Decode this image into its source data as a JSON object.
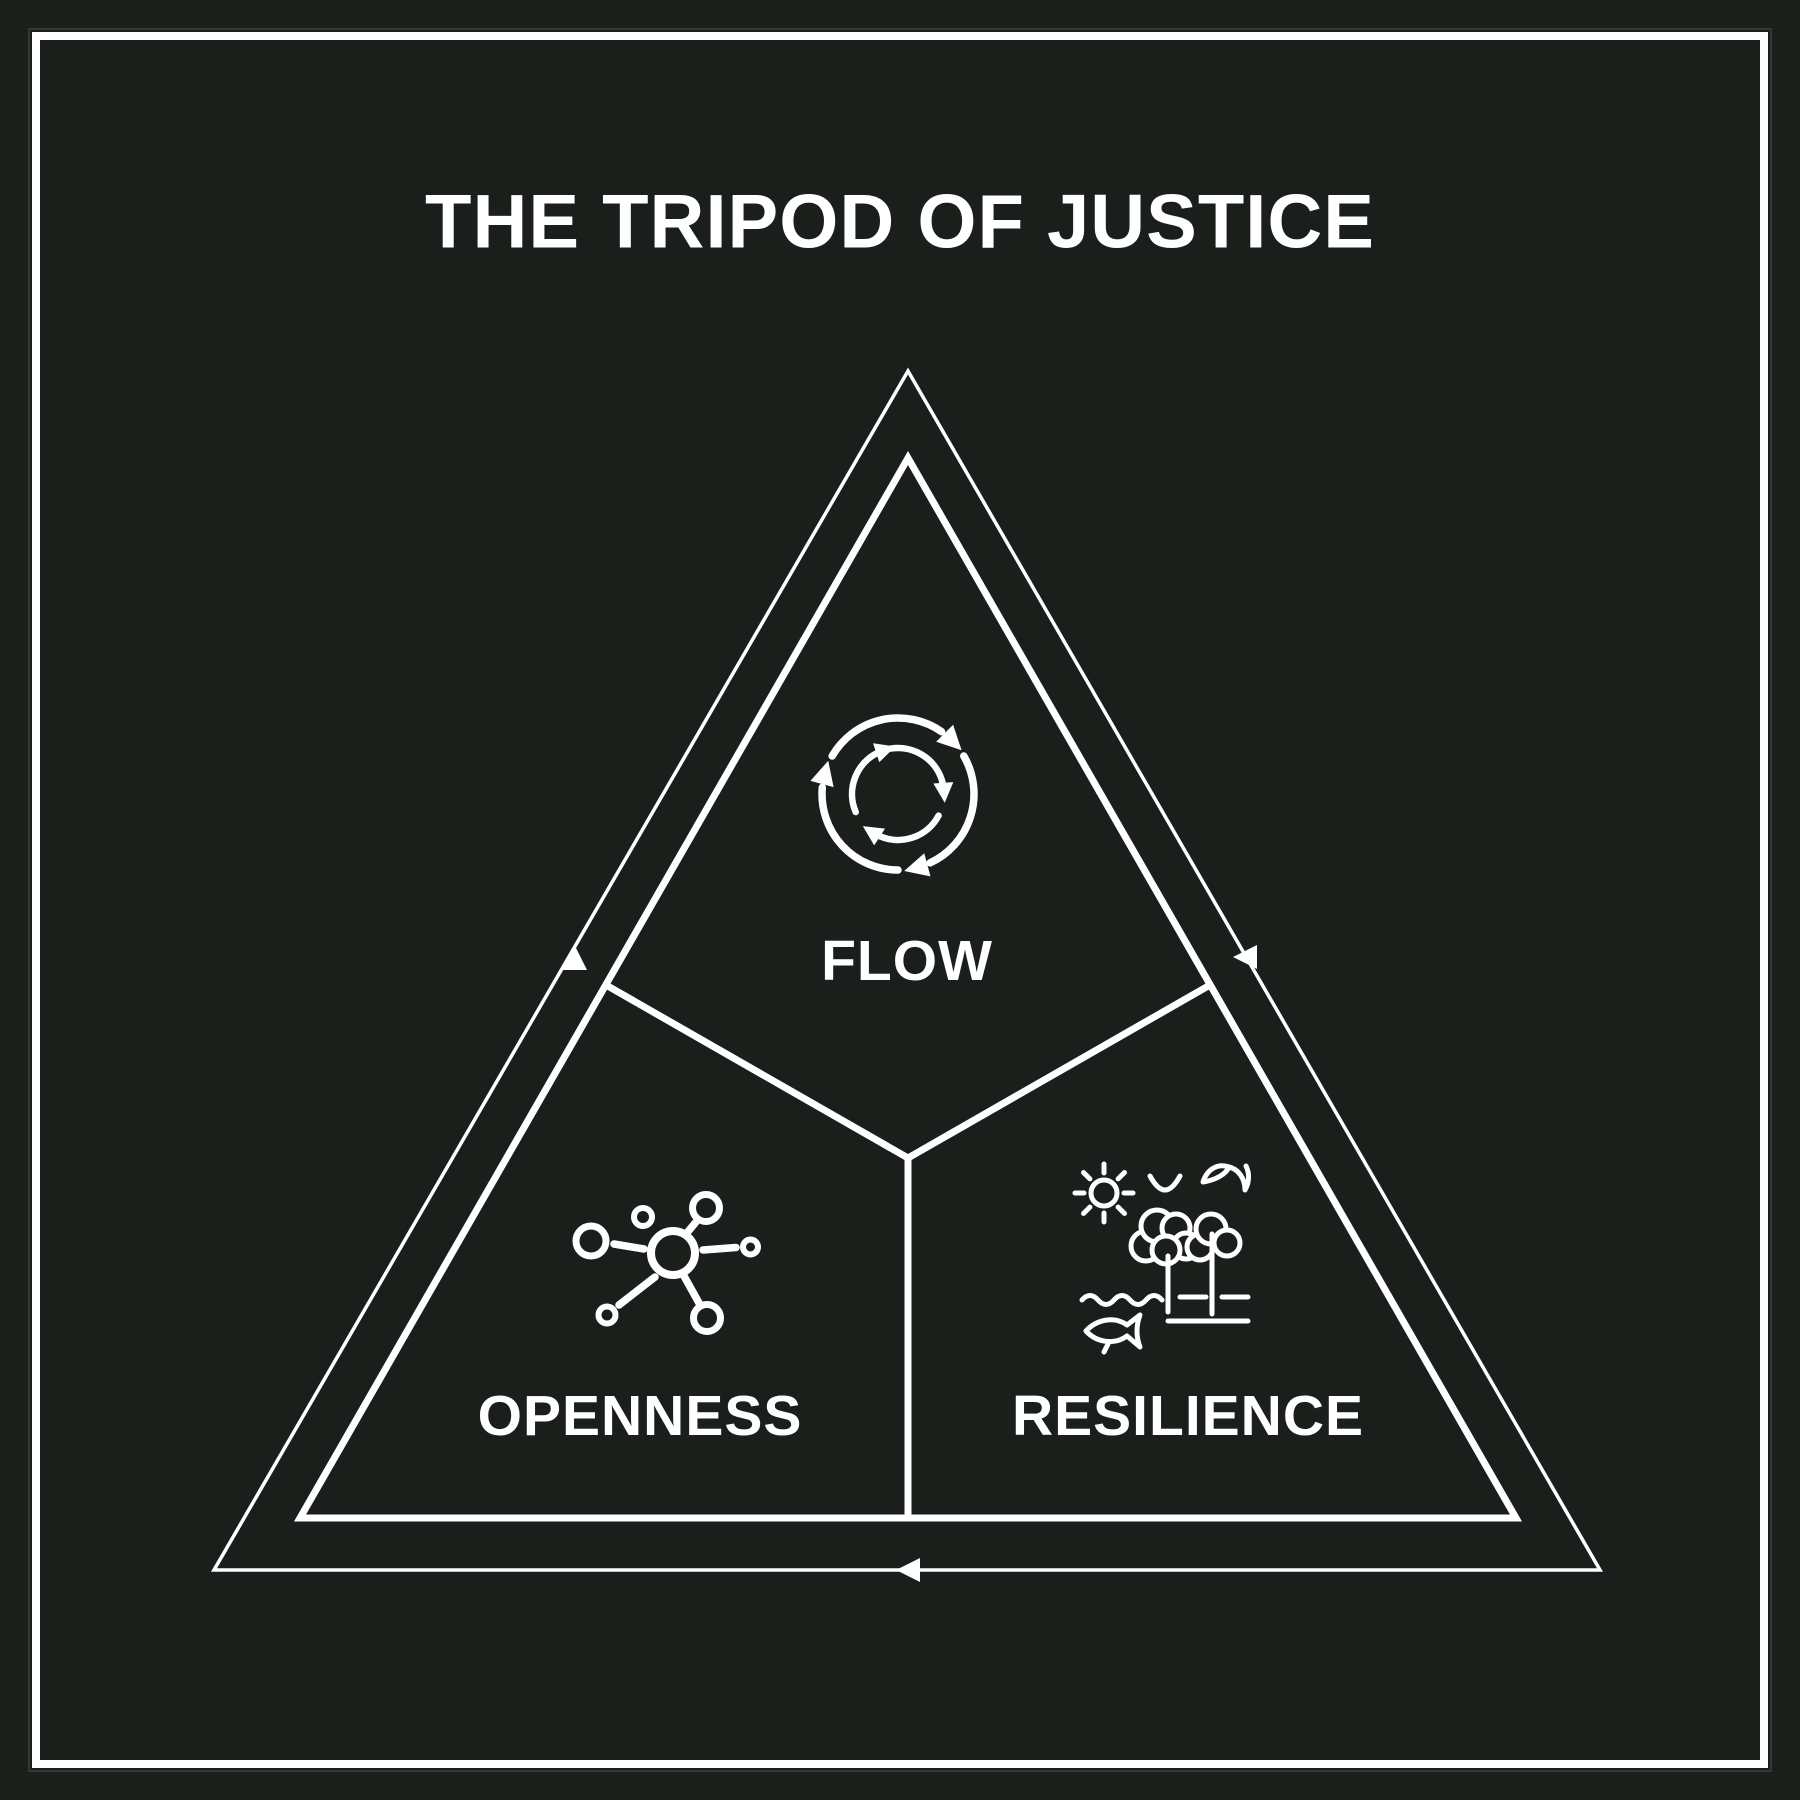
{
  "title": "THE TRIPOD OF JUSTICE",
  "colors": {
    "background": "#1a1f1c",
    "foreground": "#ffffff",
    "frame_shadow": "#3c403d"
  },
  "frame": {
    "style": "thin white square border inset from page edge"
  },
  "diagram": {
    "shape": "triangle split into three sections by a Y-divider",
    "cycle_arrows": [
      {
        "name": "left-edge-arrow",
        "direction": "up along left edge toward apex"
      },
      {
        "name": "right-edge-arrow",
        "direction": "inward on right edge toward apex"
      },
      {
        "name": "bottom-edge-arrow",
        "direction": "left along bottom edge"
      }
    ],
    "sections": [
      {
        "label": "FLOW",
        "position": "top",
        "icon": "cycle-arrows-icon"
      },
      {
        "label": "OPENNESS",
        "position": "bottom-left",
        "icon": "network-nodes-icon"
      },
      {
        "label": "RESILIENCE",
        "position": "bottom-right",
        "icon": "ecosystem-icon"
      }
    ]
  }
}
